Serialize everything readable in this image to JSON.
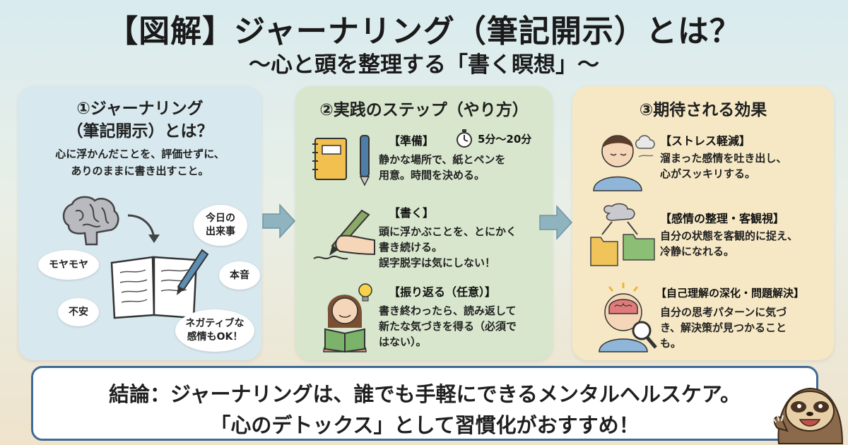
{
  "header": {
    "title": "【図解】ジャーナリング（筆記開示）とは？",
    "subtitle": "〜心と頭を整理する「書く瞑想」〜"
  },
  "panel1": {
    "title_line1": "①ジャーナリング",
    "title_line2": "（筆記開示）とは？",
    "desc_line1": "心に浮かんだことを、評価せずに、",
    "desc_line2": "ありのままに書き出すこと。",
    "bubbles": {
      "today": "今日の\n出来事",
      "moyamoya": "モヤモヤ",
      "honne": "本音",
      "fuan": "不安",
      "negative": "ネガティブな\n感情もOK！"
    }
  },
  "panel2": {
    "title": "②実践のステップ（やり方）",
    "steps": [
      {
        "head": "【準備】",
        "time": "5分〜20分",
        "line1": "静かな場所で、紙とペンを",
        "line2": "用意。時間を決める。",
        "line3": ""
      },
      {
        "head": "【書く】",
        "time": "",
        "line1": "頭に浮かぶことを、とにかく",
        "line2": "書き続ける。",
        "line3": "誤字脱字は気にしない！"
      },
      {
        "head": "【振り返る（任意）】",
        "time": "",
        "line1": "書き終わったら、読み返して",
        "line2": "新たな気づきを得る（必須で",
        "line3": "はない）。"
      }
    ]
  },
  "panel3": {
    "title": "③期待される効果",
    "effects": [
      {
        "head": "【ストレス軽減】",
        "line1": "溜まった感情を吐き出し、",
        "line2": "心がスッキリする。",
        "line3": ""
      },
      {
        "head": "【感情の整理・客観視】",
        "line1": "自分の状態を客観的に捉え、",
        "line2": "冷静になれる。",
        "line3": ""
      },
      {
        "head": "【自己理解の深化・問題解決】",
        "line1": "自分の思考パターンに気づ",
        "line2": "き、解決策が見つかること",
        "line3": "も。"
      }
    ]
  },
  "conclusion": {
    "line1": "結論：ジャーナリングは、誰でも手軽にできるメンタルヘルスケア。",
    "line2": "「心のデトックス」として習慣化がおすすめ！"
  },
  "colors": {
    "panel1_bg": "#d7e8ee",
    "panel2_bg": "#d7e6cc",
    "panel3_bg": "#f6e8c5",
    "conclusion_border": "#3f6a96",
    "arrow": "#8fb3bf"
  },
  "icons": [
    "brain-icon",
    "notebook-icon",
    "pen-icon",
    "stopwatch-icon",
    "hand-writing-icon",
    "reading-person-icon",
    "lightbulb-icon",
    "relaxed-person-icon",
    "folder-icon",
    "magnifier-icon",
    "sloth-mascot-icon"
  ]
}
